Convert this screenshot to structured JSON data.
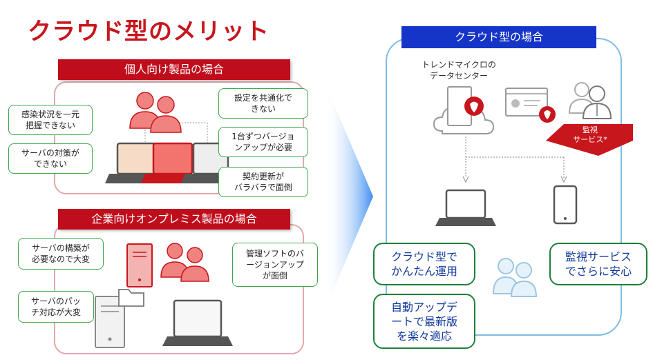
{
  "title": "クラウド型のメリット",
  "personal": {
    "header": "個人向け製品の場合",
    "callouts": {
      "infection": "感染状況を一元\n把握できない",
      "server_measures": "サーバの対策が\nできない",
      "common_settings": "設定を共通化で\nきない",
      "version_up": "1台ずつバージョ\nンアップが必要",
      "contract": "契約更新が\nバラバラで面倒"
    }
  },
  "enterprise": {
    "header": "企業向けオンプレミス製品の場合",
    "callouts": {
      "build": "サーバの構築が\n必要なので大変",
      "patch": "サーバのパッ\nチ対応が大変",
      "manage": "管理ソフトのバ\nージョンアップ\nが面倒"
    }
  },
  "cloud": {
    "header": "クラウド型の場合",
    "datacenter_label": "トレンドマイクロの\nデータセンター",
    "monitor_label": "監視\nサービス*",
    "callouts": {
      "easy": "クラウド型で\nかんたん運用",
      "secure": "監視サービス\nでさらに安心",
      "update": "自動アップデ\nートで最新版\nを楽々適応"
    }
  },
  "colors": {
    "brand_red": "#c8161d",
    "header_red": "#c00d1c",
    "header_blue": "#1535c9",
    "callout_green": "#3aa94a",
    "callout_text_blue": "#123a9c",
    "cloud_border": "#7fbbe6"
  },
  "icons": [
    "users-icon",
    "laptop-icon",
    "server-icon",
    "folder-icon",
    "cloud-server-icon",
    "console-window-icon",
    "shield-icon",
    "operator-icon",
    "tablet-icon",
    "arrow-right-icon",
    "arrow-down-icon"
  ]
}
